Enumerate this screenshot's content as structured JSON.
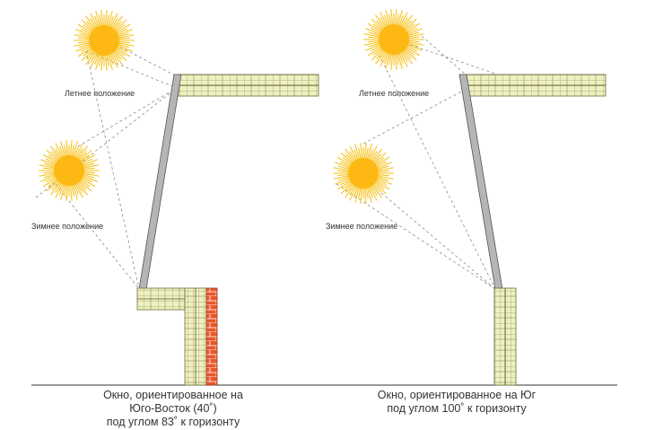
{
  "left": {
    "summer_label": "Летнее положение",
    "winter_label": "Зимнее положение",
    "caption": [
      "Окно, ориентированное на",
      "Юго-Восток (40˚)",
      "под углом 83˚ к горизонту"
    ]
  },
  "right": {
    "summer_label": "Летнее положение",
    "winter_label": "Зимнее положение",
    "caption": [
      "Окно, ориентированное на Юг",
      "под углом 100˚ к горизонту"
    ]
  },
  "colors": {
    "sun_core": "#fdb813",
    "sun_rays": "#f7c21b",
    "insulation_fill": "#eef0c0",
    "insulation_stroke": "#6d6d3c",
    "brick": "#e8572b",
    "window_frame": "#b5b5b5",
    "sight_lines": "#8a8a8a"
  }
}
